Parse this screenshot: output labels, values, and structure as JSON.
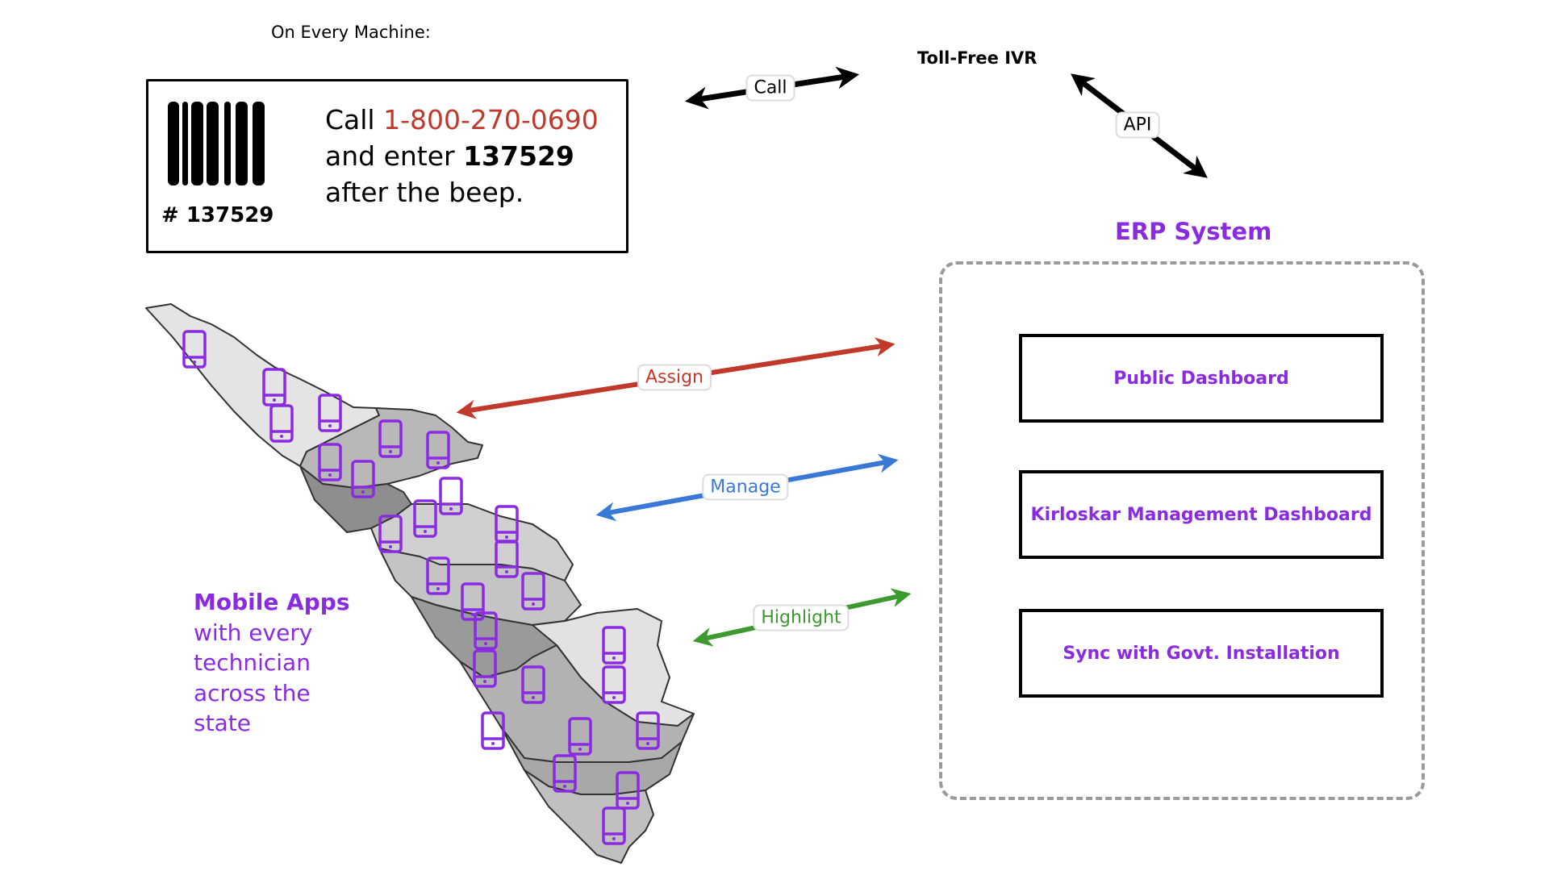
{
  "header": {
    "machine_label": "On Every Machine:"
  },
  "machine_card": {
    "barcode_icon": "barcode-icon",
    "machine_id": "# 137529",
    "line1_prefix": "Call ",
    "phone_number": "1-800-270-0690",
    "line2_prefix": "and enter ",
    "code": "137529",
    "line3": "after the beep."
  },
  "ivr": {
    "title": "Toll-Free IVR"
  },
  "connections": {
    "call": {
      "label": "Call",
      "color": "#000000"
    },
    "api": {
      "label": "API",
      "color": "#000000"
    },
    "assign": {
      "label": "Assign",
      "color": "#c0392b"
    },
    "manage": {
      "label": "Manage",
      "color": "#3a78d8"
    },
    "highlight": {
      "label": "Highlight",
      "color": "#3c9a2e"
    }
  },
  "erp": {
    "title": "ERP System",
    "accent": "#8a2be2",
    "boxes": [
      {
        "label": "Public Dashboard"
      },
      {
        "label": "Kirloskar Management Dashboard"
      },
      {
        "label": "Sync with Govt. Installation"
      }
    ]
  },
  "mobile": {
    "title": "Mobile Apps",
    "lines": [
      "with every",
      "technician",
      "across the",
      "state"
    ],
    "icon": "mobile-phone-icon",
    "phone_count": 27
  },
  "map": {
    "region_icon": "kerala-map"
  }
}
